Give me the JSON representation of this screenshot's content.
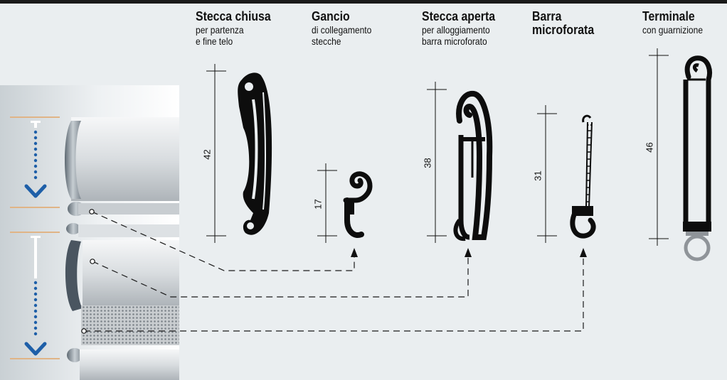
{
  "profiles": [
    {
      "title": "Stecca chiusa",
      "subtitle": "per partenza\ne fine telo",
      "dimension": "42"
    },
    {
      "title": "Gancio",
      "subtitle": "di collegamento\nstecche",
      "dimension": "17"
    },
    {
      "title": "Stecca aperta",
      "subtitle": "per alloggiamento\nbarra microforato",
      "dimension": "38"
    },
    {
      "title": "Barra\nmicroforata",
      "subtitle": "",
      "dimension": "31"
    },
    {
      "title": "Terminale",
      "subtitle": "con guarnizione",
      "dimension": "46"
    }
  ],
  "colors": {
    "profile": "#0d0d0d",
    "arrow": "#1e5fa8",
    "accent": "#e0b486",
    "background": "#eaeef0"
  }
}
